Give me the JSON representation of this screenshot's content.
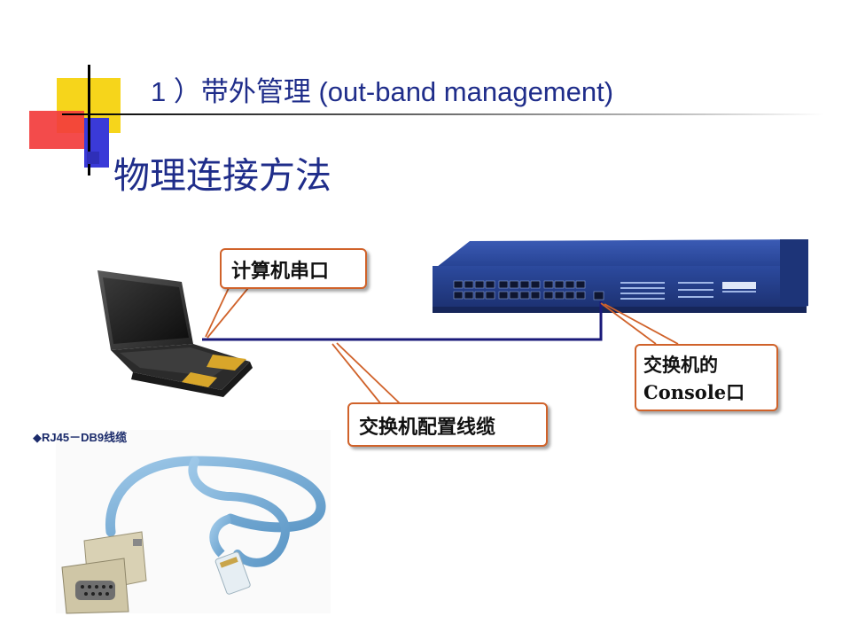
{
  "slide": {
    "title": "1 ）带外管理 (out-band management)",
    "subtitle": "物理连接方法"
  },
  "diagram": {
    "callouts": {
      "pc_serial": "计算机串口",
      "config_cable": "交换机配置线缆",
      "switch_console_line1": "交换机的",
      "switch_console_line2": "Console口"
    },
    "rj45_label": "◆RJ45－DB9线缆"
  },
  "colors": {
    "title_text": "#1f2d8a",
    "callout_border": "#d0622a",
    "cable_line": "#1a1a7a",
    "switch_body": "#2a3f8f",
    "deco_yellow": "#f6d51b",
    "deco_red": "#f23c3c",
    "deco_blue": "#3a3ad8"
  }
}
